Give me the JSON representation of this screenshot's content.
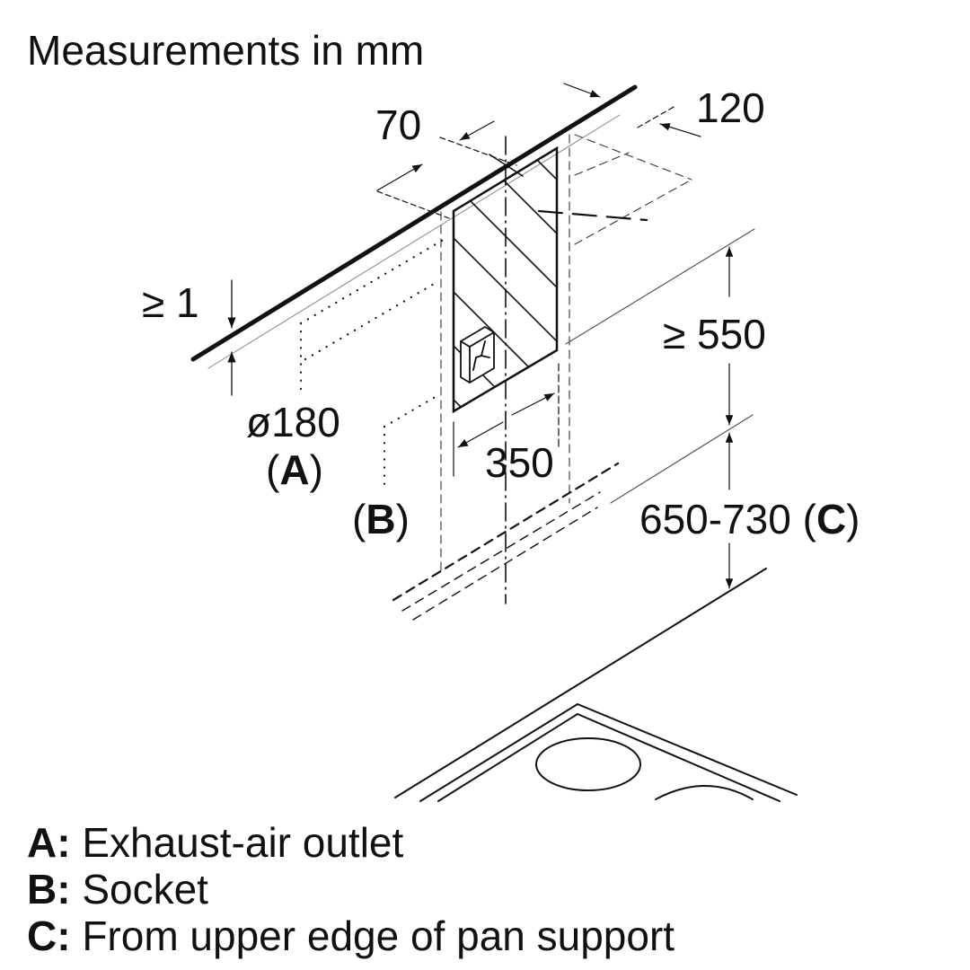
{
  "title": "Measurements in mm",
  "dimensions": {
    "d70": "70",
    "d120": "120",
    "d1": "≥ 1",
    "d550": "≥ 550",
    "d350": "350",
    "d180": "ø180",
    "d650": "650-730",
    "labelA_open": "(",
    "labelA": "A",
    "labelA_close": ")",
    "labelB_open": "(",
    "labelB": "B",
    "labelB_close": ")",
    "labelC_open": "(",
    "labelC": "C",
    "labelC_close": ")"
  },
  "legend": [
    {
      "key": "A:",
      "text": "Exhaust-air outlet"
    },
    {
      "key": "B:",
      "text": "Socket"
    },
    {
      "key": "C:",
      "text": "From upper edge of pan support"
    }
  ],
  "colors": {
    "ink": "#111111",
    "light_ink": "#777777",
    "background": "#ffffff"
  }
}
